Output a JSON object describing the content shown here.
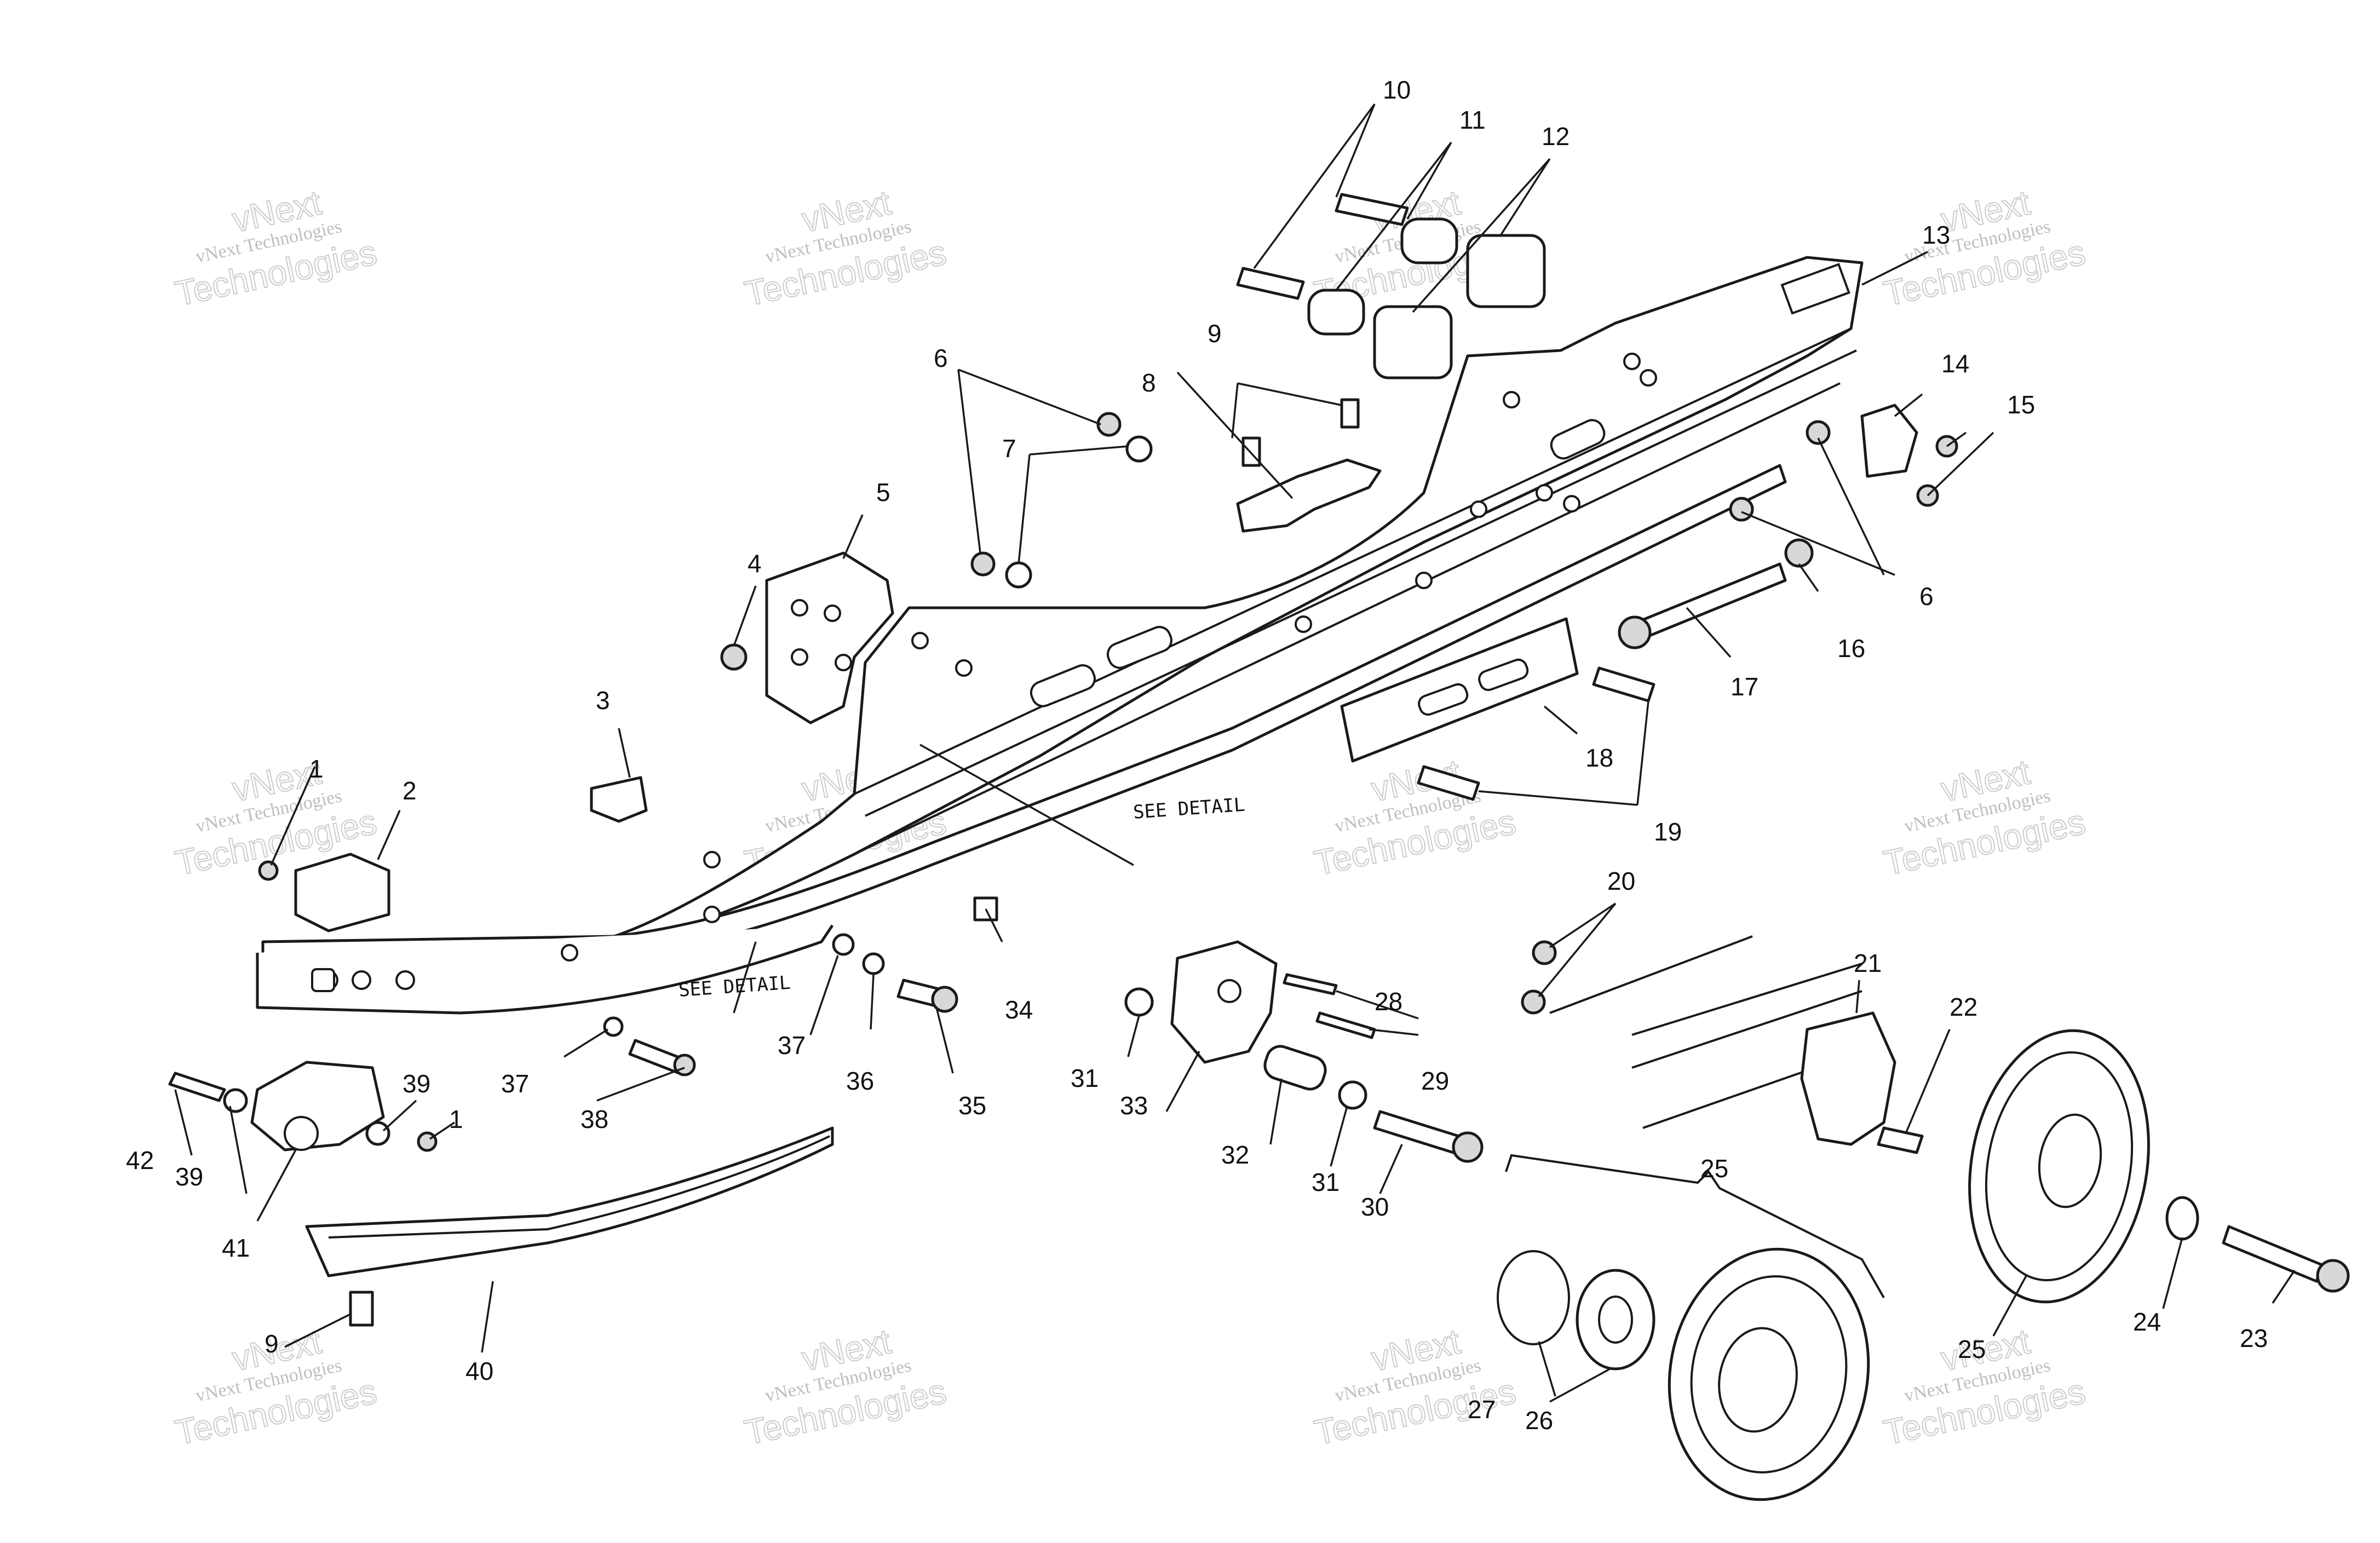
{
  "diagram": {
    "callouts": [
      "1",
      "2",
      "3",
      "4",
      "5",
      "6",
      "7",
      "8",
      "9",
      "10",
      "11",
      "12",
      "13",
      "14",
      "15",
      "16",
      "17",
      "18",
      "19",
      "20",
      "21",
      "22",
      "23",
      "24",
      "25",
      "26",
      "27",
      "28",
      "29",
      "30",
      "31",
      "32",
      "33",
      "34",
      "35",
      "36",
      "37",
      "38",
      "39",
      "40",
      "41",
      "42"
    ],
    "notes": [
      "SEE DETAIL",
      "SEE DETAIL"
    ],
    "watermark": {
      "small": "vNext Technologies",
      "big": "Technologies",
      "top": "vNext"
    }
  }
}
